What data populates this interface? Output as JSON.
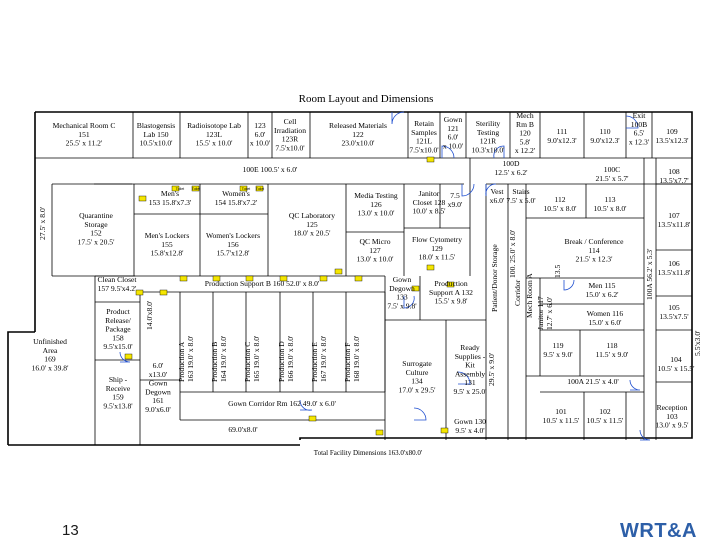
{
  "title": "Room Layout and Dimensions",
  "footer_caption": "Total Facility Dimensions  163.0'x80.0'",
  "page_number": "13",
  "logo_text": "WRT&A",
  "colors": {
    "outline": "#000000",
    "door_swing": "#1f4fd0",
    "marker_yellow": "#f5e600",
    "logo_blue": "#2d5fa8"
  },
  "rooms": [
    {
      "id": "r151",
      "lines": [
        "Mechanical Room C",
        "151",
        "25.5' x 11.2'"
      ]
    },
    {
      "id": "r150",
      "lines": [
        "Blastogensis",
        "Lab 150",
        "10.5'x10.0'"
      ]
    },
    {
      "id": "r123l",
      "lines": [
        "Radioisotope Lab",
        "123L",
        "15.5' x 10.0'"
      ]
    },
    {
      "id": "r123",
      "lines": [
        "123",
        "6.0'",
        "x 10.0'"
      ]
    },
    {
      "id": "r123r",
      "lines": [
        "Cell",
        "Irradiation",
        "123R",
        "7.5'x10.0'"
      ]
    },
    {
      "id": "r122",
      "lines": [
        "Released Materials",
        "122",
        "23.0'x10.0'"
      ]
    },
    {
      "id": "r121l",
      "lines": [
        "Retain",
        "Samples",
        "121L",
        "7.5'x10.0'"
      ]
    },
    {
      "id": "r121",
      "lines": [
        "Gown",
        "121",
        "6.0'",
        "x 10.0'"
      ]
    },
    {
      "id": "r121r",
      "lines": [
        "Sterility",
        "Testing",
        "121R",
        "10.3'x10.0'"
      ]
    },
    {
      "id": "r120",
      "lines": [
        "Mech",
        "Rm B",
        "120",
        "5.8'",
        "x 12.2'"
      ]
    },
    {
      "id": "r111",
      "lines": [
        "111",
        "9.0'x12.3'"
      ]
    },
    {
      "id": "r110",
      "lines": [
        "110",
        "9.0'x12.3'"
      ]
    },
    {
      "id": "r100b",
      "lines": [
        "Exit",
        "100B",
        "6.5'",
        "x 12.3'"
      ]
    },
    {
      "id": "r109",
      "lines": [
        "109",
        "13.5'x12.3'"
      ]
    },
    {
      "id": "r100e",
      "lines": [
        "100E   100.5' x 6.0'"
      ]
    },
    {
      "id": "r100d",
      "lines": [
        "100D",
        "12.5' x 6.2'"
      ]
    },
    {
      "id": "r100c",
      "lines": [
        "100C",
        "21.5' x 5.7'"
      ]
    },
    {
      "id": "r108",
      "lines": [
        "108",
        "13.5'x7.7'"
      ]
    },
    {
      "id": "r153",
      "lines": [
        "Men's",
        "153  15.8'x7.3'"
      ]
    },
    {
      "id": "r154",
      "lines": [
        "Women's",
        "154  15.8'x7.2'"
      ]
    },
    {
      "id": "r126",
      "lines": [
        "Media Testing",
        "126",
        "13.0' x 10.0'"
      ]
    },
    {
      "id": "r128",
      "lines": [
        "Janitor",
        "Closet  128",
        "10.0' x 8.5'"
      ]
    },
    {
      "id": "rvest",
      "lines": [
        "7.5",
        "x9.0'"
      ]
    },
    {
      "id": "rvest2",
      "lines": [
        "Vest",
        "x6.0'"
      ]
    },
    {
      "id": "rstairs",
      "lines": [
        "Stairs",
        "7.5' x 5.0'"
      ]
    },
    {
      "id": "r112",
      "lines": [
        "112",
        "10.5' x 8.0'"
      ]
    },
    {
      "id": "r113",
      "lines": [
        "113",
        "10.5' x 8.0'"
      ]
    },
    {
      "id": "r107",
      "lines": [
        "107",
        "13.5'x11.8'"
      ]
    },
    {
      "id": "r152",
      "lines": [
        "Quarantine",
        "Storage",
        "152",
        "17.5' x 20.5'"
      ]
    },
    {
      "id": "r155",
      "lines": [
        "Men's Lockers",
        "155",
        "15.8'x12.8'"
      ]
    },
    {
      "id": "r156",
      "lines": [
        "Women's Lockers",
        "156",
        "15.7'x12.8'"
      ]
    },
    {
      "id": "r125",
      "lines": [
        "QC Laboratory",
        "125",
        "18.0' x 20.5'"
      ]
    },
    {
      "id": "r127",
      "lines": [
        "QC Micro",
        "127",
        "13.0' x 10.0'"
      ]
    },
    {
      "id": "r129",
      "lines": [
        "Flow Cytometry",
        "129",
        "18.0' x 11.5'"
      ]
    },
    {
      "id": "r114",
      "lines": [
        "Break / Conference",
        "114",
        "21.5' x 12.3'"
      ]
    },
    {
      "id": "r157",
      "lines": [
        "Clean Closet",
        "157  9.5'x4.2'"
      ]
    },
    {
      "id": "r160",
      "lines": [
        "Production Support B  160  52.0' x 8.0'"
      ]
    },
    {
      "id": "r133",
      "lines": [
        "Gown",
        "Degown",
        "133",
        "7.5' x 9.8'"
      ]
    },
    {
      "id": "r132",
      "lines": [
        "Production",
        "Support A  132",
        "15.5' x 9.8'"
      ]
    },
    {
      "id": "r115",
      "lines": [
        "Men 115",
        "15.0' x 6.2'"
      ]
    },
    {
      "id": "r116",
      "lines": [
        "Women 116",
        "15.0' x 6.0'"
      ]
    },
    {
      "id": "r106",
      "lines": [
        "106",
        "13.5'x11.8'"
      ]
    },
    {
      "id": "r105",
      "lines": [
        "105",
        "13.5'x7.5'"
      ]
    },
    {
      "id": "r169",
      "lines": [
        "Unfinished",
        "Area",
        "169",
        "16.0' x 39.8'"
      ]
    },
    {
      "id": "r158",
      "lines": [
        "Product",
        "Release/",
        "Package",
        "158",
        "9.5'x15.0'"
      ]
    },
    {
      "id": "r159",
      "lines": [
        "Ship -",
        "Receive",
        "159",
        "9.5'x13.8'"
      ]
    },
    {
      "id": "r161",
      "lines": [
        "6.0'",
        "x13.0'",
        "Gown",
        "Degown",
        "161",
        "9.0'x6.0'"
      ]
    },
    {
      "id": "r134",
      "lines": [
        "Surrogate",
        "Culture",
        "134",
        "17.0' x 29.5'"
      ]
    },
    {
      "id": "r131",
      "lines": [
        "Ready",
        "Supplies -",
        "Kit",
        "Assembly",
        "131",
        "9.5' x 25.0'"
      ]
    },
    {
      "id": "r119",
      "lines": [
        "119",
        "9.5' x 9.0'"
      ]
    },
    {
      "id": "r118",
      "lines": [
        "118",
        "11.5' x 9.0'"
      ]
    },
    {
      "id": "r104",
      "lines": [
        "104",
        "10.5' x 15.5'"
      ]
    },
    {
      "id": "r100a",
      "lines": [
        "100A  21.5' x 4.0'"
      ]
    },
    {
      "id": "r101",
      "lines": [
        "101",
        "10.5' x 11.5'"
      ]
    },
    {
      "id": "r102",
      "lines": [
        "102",
        "10.5' x 11.5'"
      ]
    },
    {
      "id": "r103",
      "lines": [
        "Reception",
        "103",
        "13.0' x 9.5'"
      ]
    },
    {
      "id": "r162",
      "lines": [
        "Gown Corridor  Rm 162  49.0' x 6.0'"
      ]
    },
    {
      "id": "r130",
      "lines": [
        "Gown 130",
        "9.5' x 4.0'"
      ]
    },
    {
      "id": "r69",
      "lines": [
        "69.0'x8.0'"
      ]
    }
  ],
  "production_rooms": [
    {
      "name": "Production A",
      "num": "163",
      "dims": "19.0' x 8.0'"
    },
    {
      "name": "Production B",
      "num": "164",
      "dims": "19.0' x 8.0'"
    },
    {
      "name": "Production C",
      "num": "165",
      "dims": "19.0' x 8.0'"
    },
    {
      "name": "Production D",
      "num": "166",
      "dims": "19.0' x 8.0'"
    },
    {
      "name": "Production E",
      "num": "167",
      "dims": "19.0' x 8.0'"
    },
    {
      "name": "Production F",
      "num": "168",
      "dims": "19.0' x 8.0'"
    }
  ],
  "vertical_labels": [
    {
      "id": "v27",
      "text": "27.5' x 8.0'"
    },
    {
      "id": "vcorr",
      "text": "14.0'x8.0'"
    },
    {
      "id": "vpds",
      "text": "Patient/Donor Storage"
    },
    {
      "id": "vpds2",
      "text": "100. 25.0' x 8.0'"
    },
    {
      "id": "vcorr2",
      "text": "Corridor"
    },
    {
      "id": "vmech",
      "text": "Mech Room A"
    },
    {
      "id": "v117",
      "text": "Janitor 117"
    },
    {
      "id": "v117b",
      "text": "12.7' x 6.0'"
    },
    {
      "id": "v13",
      "text": "13.5"
    },
    {
      "id": "v100a",
      "text": "100A   56.2' x 5.3'"
    },
    {
      "id": "v29",
      "text": "29.5' x 9.0'"
    },
    {
      "id": "v135",
      "text": "5.5'x3.0'"
    }
  ],
  "small_labels": {
    "toilet": "Toilet",
    "marker": "P.T."
  }
}
